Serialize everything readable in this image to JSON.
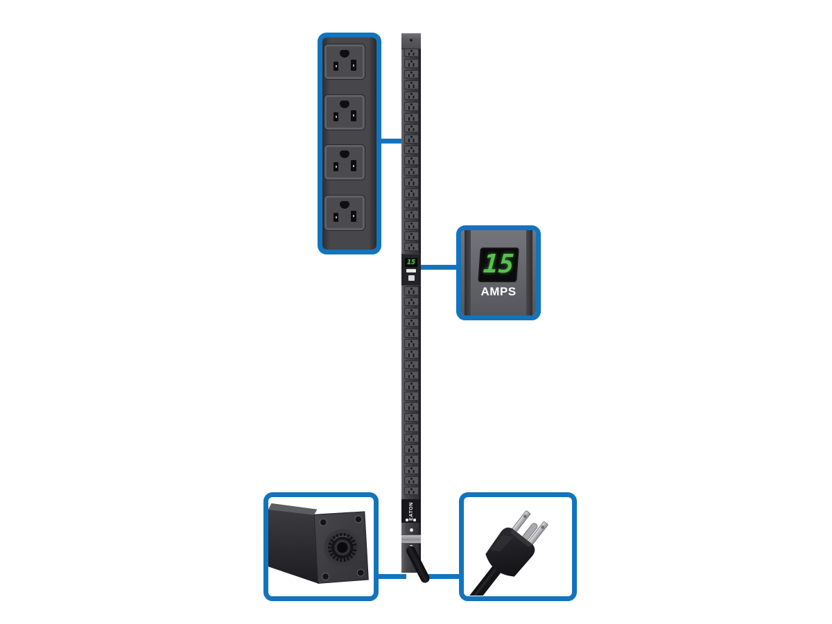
{
  "colors": {
    "accent_blue": "#1274BC",
    "led_green": "#57C14E"
  },
  "meter_callout": {
    "value": "15",
    "unit": "AMPS"
  },
  "strip": {
    "brand_label": "EATON",
    "mini_meter_value": "15",
    "outlet_count_top": 19,
    "outlet_count_bottom": 20
  },
  "outlet_callout": {
    "module_count": 4
  }
}
